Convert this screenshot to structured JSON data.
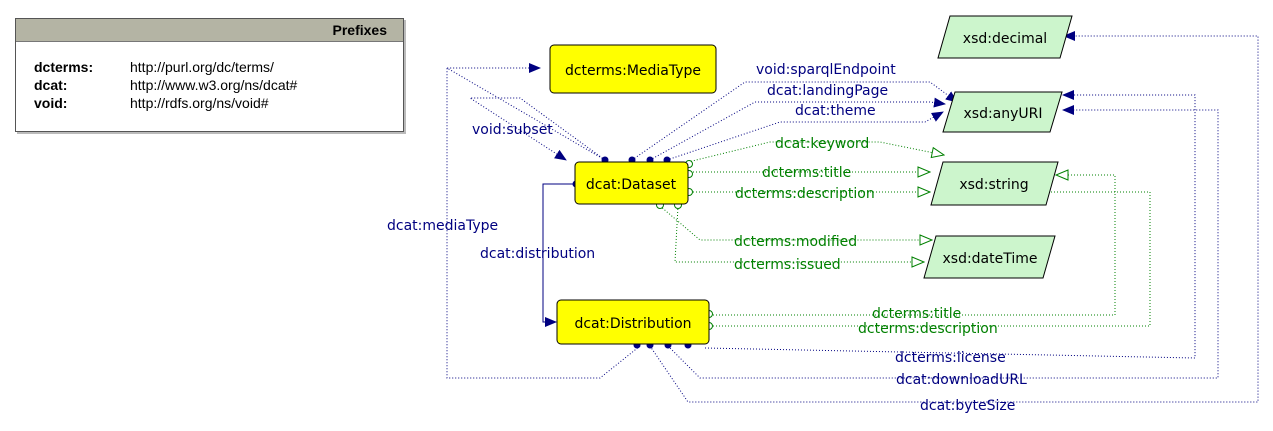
{
  "prefixes": {
    "title": "Prefixes",
    "rows": [
      {
        "key": "dcterms:",
        "uri": "http://purl.org/dc/terms/"
      },
      {
        "key": "dcat:",
        "uri": "http://www.w3.org/ns/dcat#"
      },
      {
        "key": "void:",
        "uri": "http://rdfs.org/ns/void#"
      }
    ]
  },
  "classes": {
    "media_type": "dcterms:MediaType",
    "dataset": "dcat:Dataset",
    "distribution": "dcat:Distribution"
  },
  "datatypes": {
    "decimal": "xsd:decimal",
    "any_uri": "xsd:anyURI",
    "string": "xsd:string",
    "date_time": "xsd:dateTime"
  },
  "object_properties": {
    "sparql_endpoint": "void:sparqlEndpoint",
    "landing_page": "dcat:landingPage",
    "theme": "dcat:theme",
    "subset": "void:subset",
    "media_type": "dcat:mediaType",
    "distribution": "dcat:distribution",
    "license": "dcterms:license",
    "download_url": "dcat:downloadURL",
    "byte_size": "dcat:byteSize"
  },
  "data_properties": {
    "keyword": "dcat:keyword",
    "title": "dcterms:title",
    "description": "dcterms:description",
    "modified": "dcterms:modified",
    "issued": "dcterms:issued",
    "dist_title": "dcterms:title",
    "dist_description": "dcterms:description"
  },
  "colors": {
    "class_fill": "#ffff00",
    "datatype_fill": "#ccf5cc",
    "object_property": "#000080",
    "data_property": "#008000"
  }
}
